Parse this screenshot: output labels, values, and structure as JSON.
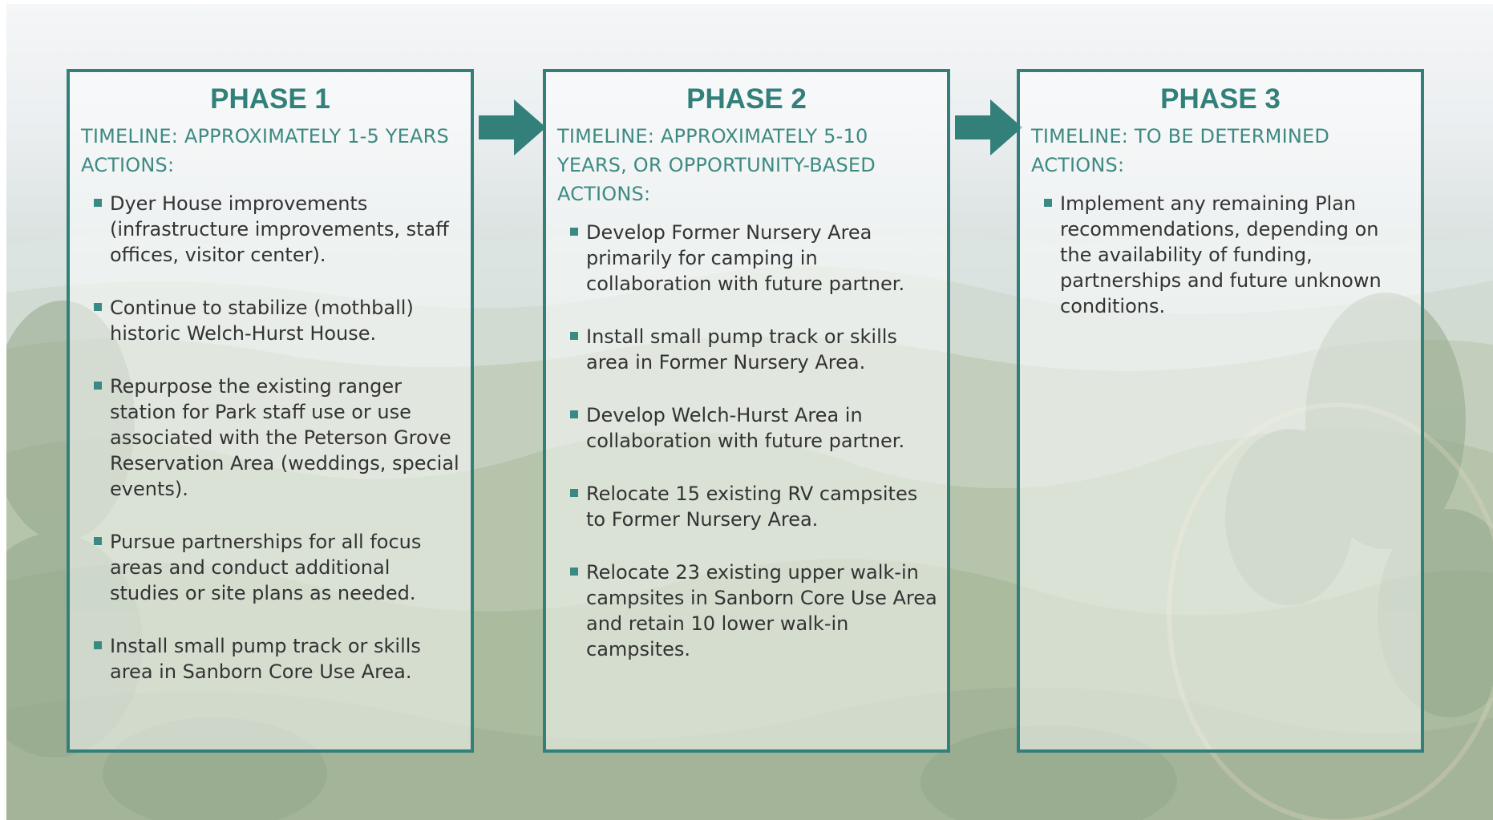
{
  "phases": [
    {
      "title": "PHASE 1",
      "timeline": "TIMELINE: APPROXIMATELY 1-5 YEARS",
      "actions_label": "ACTIONS:",
      "actions": [
        "Dyer House improvements (infrastructure improvements, staff offices, visitor center).",
        "Continue to stabilize (mothball) historic Welch-Hurst House.",
        "Repurpose the existing ranger station for Park staff use or use associated with the Peterson Grove Reservation Area (weddings, special events).",
        "Pursue partnerships for all focus areas and conduct additional studies or site plans as needed.",
        "Install small pump track or skills area in Sanborn Core Use Area."
      ]
    },
    {
      "title": "PHASE 2",
      "timeline": "TIMELINE: APPROXIMATELY 5-10 YEARS, OR OPPORTUNITY-BASED",
      "actions_label": "ACTIONS:",
      "actions": [
        "Develop Former Nursery Area primarily for camping in collaboration with future partner.",
        "Install small pump track or skills area in Former Nursery Area.",
        "Develop Welch-Hurst Area in collaboration with future partner.",
        "Relocate 15 existing RV campsites to Former Nursery Area.",
        "Relocate 23 existing upper walk-in campsites in Sanborn Core Use Area and retain 10 lower walk-in campsites."
      ]
    },
    {
      "title": "PHASE 3",
      "timeline": "TIMELINE: TO BE DETERMINED",
      "actions_label": "ACTIONS:",
      "actions": [
        "Implement any remaining Plan recommendations, depending on the availability of funding, partnerships and future unknown conditions."
      ]
    }
  ],
  "icons": {
    "arrow": "arrow-right-icon",
    "bullet": "square-bullet-icon"
  },
  "colors": {
    "accent": "#33807a",
    "heading_text": "#3e8a83",
    "body_text": "#333333"
  }
}
